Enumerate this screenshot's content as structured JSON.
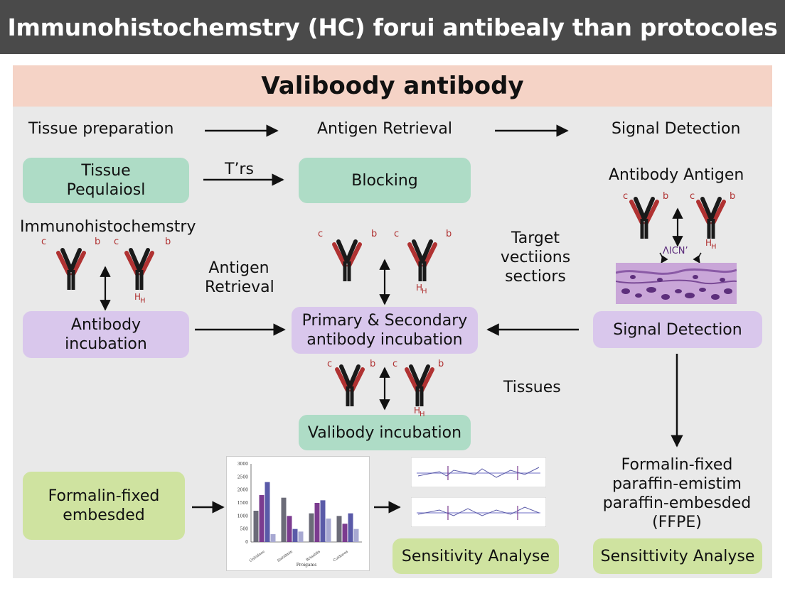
{
  "header": {
    "title": "Immunohistochemstry (HC) forui antibealy than protocoles"
  },
  "panel": {
    "title": "Valiboody antibody"
  },
  "steps": {
    "tissue_preparation": "Tissue preparation",
    "antigen_retrieval": "Antigen Retrieval",
    "signal_detection": "Signal Detection"
  },
  "labels": {
    "trs": "T’rs",
    "immuno": "Immunohistochemstry",
    "antigen_retrieval_line1": "Antigen",
    "antigen_retrieval_line2": "Retrieval",
    "target_line1": "Target",
    "target_line2": "vectiions",
    "target_line3": "sectiors",
    "antibody_antigen": "Antibody Antigen",
    "tissues": "Tissues",
    "ffpe_line1": "Formalin-fixed",
    "ffpe_line2": "paraffin-emistim",
    "ffpe_line3": "paraffin-embesded",
    "ffpe_line4": "(FFPE)",
    "antigen_mark": "ΛΙCΝ’",
    "mark_c": "c",
    "mark_b": "b",
    "mark_h": "H",
    "mark_h_sub": "H"
  },
  "boxes": {
    "tissue_line1": "Tissue",
    "tissue_line2": "Pequlaiosl",
    "blocking": "Blocking",
    "antibody_incubation_line1": "Antibody",
    "antibody_incubation_line2": "incubation",
    "primary_line1": "Primary & Secondary",
    "primary_line2": "antibody incubation",
    "signal_detection": "Signal Detection",
    "valibody_incubation": "Valibody incubation",
    "formalin_line1": "Formalin-fixed",
    "formalin_line2": "embesded",
    "sensitivity_1": "Sensitivity Analyse",
    "sensitivity_2": "Sensittivity Analyse"
  },
  "chart_data": {
    "type": "bar",
    "yticks": [
      "0",
      "500",
      "1000",
      "1500",
      "2000",
      "2500",
      "3000"
    ],
    "ylim": [
      0,
      3000
    ],
    "categories": [
      "Unitidnee",
      "Smtidinin",
      "Brinaldis",
      "Coidneea"
    ],
    "xlabel": "Proigams",
    "series": [
      {
        "values": [
          1200,
          1700,
          1100,
          1000
        ],
        "color": "#6b6b78"
      },
      {
        "values": [
          1800,
          1000,
          1500,
          700
        ],
        "color": "#7b3b8f"
      },
      {
        "values": [
          2300,
          500,
          1600,
          1100
        ],
        "color": "#5a5aa8"
      },
      {
        "values": [
          300,
          400,
          900,
          500
        ],
        "color": "#a7a8d2"
      }
    ]
  },
  "colors": {
    "antibody_dark": "#1a1a1a",
    "antibody_red": "#b03232",
    "arrow": "#111111",
    "box_green": "#aedcc6",
    "box_purple": "#d9c7ec",
    "box_olive": "#cfe3a0",
    "tissue": "#c9a6d8"
  }
}
